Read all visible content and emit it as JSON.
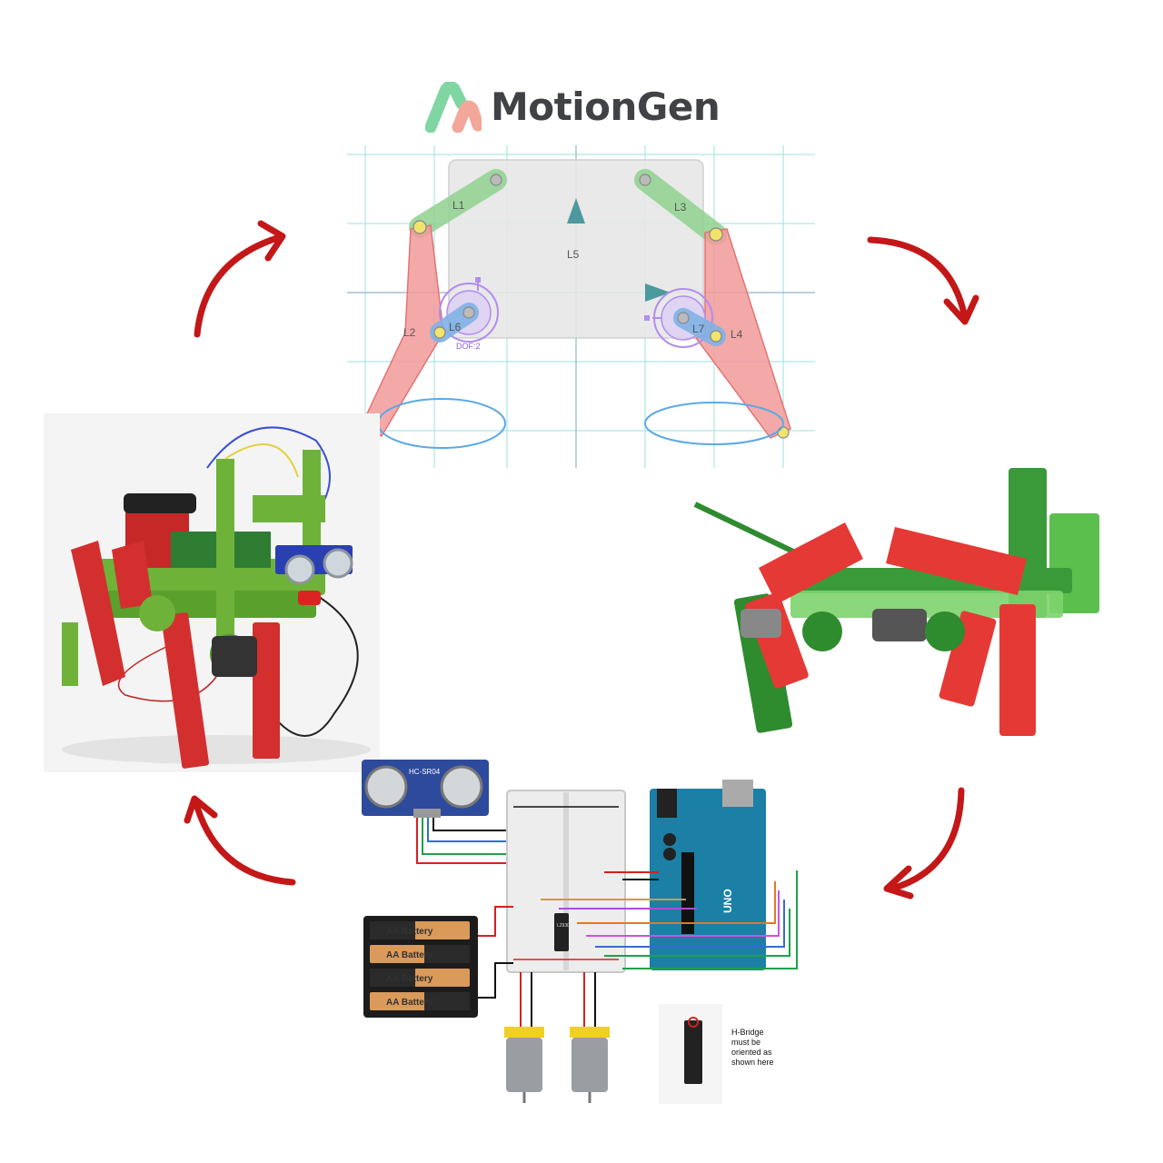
{
  "logo": {
    "brand": "MotionGen",
    "colors": {
      "mark_green": "#7fd6a2",
      "mark_pink": "#f3a79a",
      "text": "#404246"
    }
  },
  "linkage_diagram": {
    "link_labels": {
      "l1": "L1",
      "l2": "L2",
      "l3": "L3",
      "l4": "L4",
      "l5": "L5",
      "l6": "L6",
      "l7": "L7"
    },
    "dof_label": "DOF:2",
    "colors": {
      "grid": "#9be2e0",
      "ground": "#e7e7e7",
      "input_link": "#8fd18f",
      "coupler_link": "#f29a9a",
      "crank": "#7fb1e6",
      "path": "#5aa9e6",
      "motor": "#b28cf0"
    }
  },
  "circuit": {
    "sensor_label": "HC-SR04",
    "battery_labels": [
      "AA Battery",
      "AA Battery",
      "AA Battery",
      "AA Battery"
    ],
    "board_label": "UNO",
    "chip_label": "L293D",
    "hbridge_note": "H-Bridge\nmust be\noriented as\nshown here"
  },
  "cycle_arrows": {
    "count": 4,
    "color": "#c41717"
  }
}
